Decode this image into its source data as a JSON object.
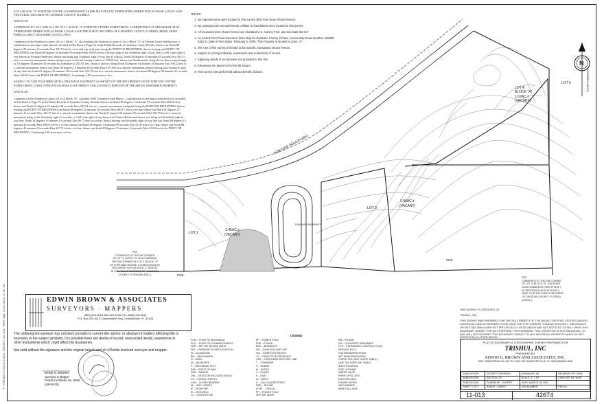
{
  "legal": {
    "title": "LOT 4 BLOCK \"A\" FORTUNE CENTRE, A SUBDIVISION AS PER MAP OF PLAT THEREOF RECORDED IN PLAT BOOK 2, PAGE 94 IN THE PUBLIC RECORDS OF GADSDEN COUNTY, FLORIDA.",
    "and_also_1": "AND ALSO",
    "para1": "A PORTION OF LOT 2 AND ALL OF LOT 3, BLOCK \"A\" FORTUNE CENTRE SUBDIVISION, A SUBDIVISION AS PER MAP OF PLAT THEREOF RECORDED IN PLAT BOOK 2, PAGE 64 OF THE PUBLIC RECORDS OF GADSDEN COUNTY, FLORIDA, BEING MORE PARTICULARLY DESCRIBED AS FOLLOWS:",
    "para2": "Commence at the Southwest corner of Lot 1, Block \"A\" also marking the Southwest corner of Lot 2 Block \"A\" of Fortune Centre Subdivision, a subdivision as per map or plat thereof recorded in Plat Book 2, Page 64, in the Public Records of Gadsden County, Florida; thence run North 88 degrees 47 minutes 12 seconds East 150.72 feet to a rod and cap; said point being the POINT OF BEGINNING; thence leaving said POINT OF BEGINNING run North 00 degrees 54 minutes 59 seconds West 269.65 feet to a re-bar lying on the Southerly right of way line of a 60' wide right of way known as Fortune Boulevard, thence run along said Southerly right of way line as follows: North 89 degrees 01 minutes 05 seconds East 353.51 feet to a concrete monument; thence along a curve to the left having a radius of 230.00 feet; thence run Northeasterly along the arc thru a central angle of 50 degrees 34 minutes 56 seconds for a distance of 203.05 feet, chord of said arc being North 63 degrees 44 minutes 36 seconds East 196.52 feet to a concrete monument; thence run North 38 degrees 15 minutes 46 seconds East 8.59 feet to a concrete monument; thence leaving said Southerly right of way line run South 01 degrees 56 minutes 39 seconds East 354.75 feet to a concrete monument; thence run South 88 degrees 38 minutes 41 seconds West 544.94 feet to the POINT OF BEGINNING. Containing 3.45 acres more or less.",
    "para3": "SUBJECT TO AND TOGETHER WITH A DRAINAGE EASEMENT AS SHOWN ON THE RECORDED PLAT OF FORTUNE CENTRE SUBDIVISION, LYING OVER AND ACROSS A SOUTHERLY AND EASTERLY PORTION OF THE ABOVE DESCRIBED PROPERTY.",
    "and_also_2": "AND ALSO",
    "para4": "Commence at the Southwest corner of Lot 4, Block \"B\", Gadsden 1090 Commerce Park Phase 1, a subdivision as per map or plat thereof as recorded in Plat Book 2, Page 75 in the Public Records of Gadsden County, Florida; thence run South 89 degrees 14 minutes 55 seconds West 684.64 feet; thence run North 01 degrees 18 minutes 26 seconds West 237.54 feet to a concrete monument, said point being the POINT OF BEGINNING; thence leaving said POINT OF BEGINNING run South 88 degrees 31 minutes 26 seconds West 300.17 feet to a re-bar; thence run North 01 degrees 27 minutes 13 seconds West 143.27 feet to a concrete monument; thence run North 01 degrees 56 minutes 39 seconds West 356.75 feet to a concrete monument lying on the Southerly right of way line of a 60' wide right of way known as Fortune Boulevard; thence run along said Southerly right of way line: North 38 degrees 15 minutes 01 seconds East 99.71 feet to a re-bar; thence leaving said Southerly right of way line run North 89 degrees 13 minutes 44 seconds East 398.01 feet to a re-bar; thence run South 00 degrees 13 minutes 09 seconds East 53.58 feet to a re-bar; thence run South 88 degrees 45 minutes 56 seconds East 427.51 feet to a re-bar; thence run South 83 degrees 31 minutes 14 seconds West 45.60 feet to the POINT OF BEGINNING. Containing 5.00 acres more or less."
  },
  "notes": {
    "heading": "NOTES:",
    "items": [
      "No improvements were located in this survey other than those shown hereon.",
      "No underground encroachments, utilities or foundations were located in this survey.",
      "All measurements shown hereon are Standard U.S. Survey Feet, and decimals thereof.",
      "As scaled from Flood Insurance Rate Map for Gadsden County, Florida, Community-Panel Number 12039C 0381 D, Date of Firm Index: February 4, 2009. This Property is located in Zone \"X\".",
      "The use of this survey is limited to the specific transaction shown hereon.",
      "Subject to zoning setbacks, easements and restrictions of record.",
      "Adjoining deeds of record were not provided to this firm.",
      "Elevations are based on NAVD 88 Datum.",
      "This survey was performed without benefit of deed."
    ]
  },
  "map": {
    "lot4": [
      "LOT 4,",
      "BLOCK \"A\"",
      "1.62AC.±",
      "(VACANT)"
    ],
    "lot5": "LOT 5",
    "parcel_a": [
      "3.45AC.±",
      "(VACANT)"
    ],
    "parcel_b": [
      "5.00AC.±",
      "(VACANT)"
    ],
    "lot2": "LOT 2",
    "lot3": "LOT 3",
    "road": "FORTUNE BOULEVARD",
    "pob": "POB",
    "poc_left": [
      "POC",
      "COMMENCE AT THE SW CORNER",
      "OF LOT 1, BLOCK \"A\" ALSO MARKING",
      "THE SW CORNER OF LOT 2, BLOCK \"A\"",
      "OF FORTUNE CENTRE, A SUBDIVISION AS",
      "RECORDED IN PLAT BOOK 2, PAGE 64",
      "IN THE PUBLIC RECORDS OF GADSDEN",
      "COUNTY, FLORIDA(5.40AC.)"
    ],
    "poc_right": [
      "POC",
      "COMMENCE AT THE SW CORNER",
      "OF LOT 4, BLOCK \"B\", GADSDEN",
      "10/90 COMMERCE PARK PHASE 1",
      "AS RECORDED IN PLAT BOOK 2,",
      "PAGE 75 IN THE PUBLIC RECORDS",
      "OF GADSDEN COUNTY, FLORIDA",
      "(3.00AC.)"
    ],
    "north": "N",
    "north_sub": "(ASSUMED NORTH)",
    "drainage": "DRAINAGE EASEMENT",
    "pob_right": "POB"
  },
  "banner": {
    "name": "EDWIN BROWN & ASSOCIATES",
    "sub": "SURVEYORS · MAPPERS",
    "phone": "(850) 926-3016  888-433-4436  FAX (850) 926-8180",
    "address": "P.O. Box 625  2613 Crawfordville Hwy. Crawfordville, Fl. 32326"
  },
  "disclaimer": {
    "p1": "The undersigned surveyor has not been provided a current title opinion or abstract of matters affecting title or boundary to the subject property. It is possible there are deeds of record, unrecorded deeds, easements or other instruments which could affect the boundaries.",
    "p2": "Not valid without the signature and the original raised seal of a Florida licensed surveyor and mapper."
  },
  "surveyor": {
    "name": "WADE G. BROWN",
    "title": "Surveyor & Mapper",
    "cert": "Florida Certificate No. 5959",
    "lb": "(LB# 6475)"
  },
  "legend": {
    "title": "LEGEND",
    "col1": [
      "POB – POINT OF BEGINNING",
      "POC – POINT OF COMMENCEMENT",
      "SRR – SET 5/8\" RE-BAR #6475",
      "FFE – FINISHED FLOOR ELEVATION",
      "EL – ELEVATION",
      "BM – BENCHMARK",
      "D – DEED",
      "M – MEASURED",
      "P – RECORDED PLAT",
      "R/W – RIGHT OF WAY",
      "RAD – RADIUS",
      "DEL – DELTA OR INCLUDED ANGLE",
      "CH – CHORD LENGTH",
      "CHB – CHORD BEARING",
      "AL – ARC LENGTH",
      "IP – IRON PIPE",
      "IR – IRON ROD",
      "CL – CENTER LINE"
    ],
    "col2": [
      "PP – POWER POLE",
      "FND – FOUND",
      "BND – BOUNDARY",
      "IRC – IRON ROD AND CAP",
      "INV – INVERT ELEVATION",
      "TV – CABLE TELEVISION BOX",
      "OHE – OVERHEAD ELECTRIC LINE",
      "T – TOWNSHIP",
      "R – RANGE",
      "N – NORTH",
      "S – SOUTH",
      "E – EAST",
      "W – WEST",
      "C – CALCULATED POINT",
      "RND – ROUND",
      "(TYP) – TYPICAL",
      "PP – POWER POLE",
      "SRR 5/8\" #6475"
    ],
    "col3": [
      "RB – RE-BAR",
      "CM – CONCRETE MONUMENT",
      "PCP – PERMANENT CONTROL POINT",
      "SERVICE POLE",
      "FND MONUMENTATION",
      "SET MONUMENTATION",
      "CURVE TAG (SEE CURVE TABLE)",
      "LINE TAG (SEE LINE TABLE)",
      "IDENTIFICATION",
      "FIRE HYDRANT",
      "WATER VALVE",
      "FIBER OPTIC BOX",
      "ELECTRIC BOX",
      "POWER METER",
      "GAS MARKER",
      "WIRE PULL BOX"
    ]
  },
  "certification": {
    "line1": "THIS SURVEY IS CERTIFIED TO:",
    "line2": "TRISHUL, INC",
    "p": "THIS SURVEY WAS PREPARED FOR THE SOLE BENEFIT OF THE ABOVE CERTIFIED ENTITIES AND/OR INDIVIDUALS AND IS INTENDED TO BE USED FOR THE CURRENT TRANSACTION ONLY. INDIVIDUALS OR ENTITIES WHICH ARE NOT SPECIFICALLY LISTED ABOVE ARE NOT ENTITLED TO RELY UPON THIS BOUNDARY SURVEY FOR ANY PURPOSE; FURTHERMORE, THIS SURVEYOR IS NOT OBLIGATED, TO AND WILL NOT SUPPORT THIS BOUNDARY SURVEY TO ANY INDIVIDUAL OR ENTITY WHICH IS NOT SPECIFICALLY LISTED ABOVE."
  },
  "titleblock": {
    "plat": "PLAT OF BOUNDARY & TOPOGRAPHIC SURVEY PREPARED FOR",
    "client": "TRISHUL, INC",
    "prepared_by": "PREPARED BY",
    "firm": "EDWIN G. BROWN AND ASSOCIATES, INC.",
    "addr": "2613 CRAWFORDVILLE HWY  P.O. BOX 625  CRAWFORDVILLE, FL 32326  (850)926-3016",
    "rows": [
      [
        "SUBDIVISION",
        "COUNTY: GADSDEN",
        "DRAWN BY: AA",
        "REVIEWED BY: WGB"
      ],
      [
        "SUBDIVISION",
        "SECTION: 20",
        "SCALE: 1\" = 50'",
        "CHECKED BY: WGB"
      ],
      [
        "SUBDIVISION",
        "TOWNSHIP: 1-NORTH",
        "DATE: MARCH 25, 2021",
        ""
      ],
      [
        "SHEET 1 OF 1",
        "RANGE: 3-WEST",
        "JOB NUMBER",
        "PROJ #"
      ]
    ],
    "job": "11-013",
    "number": "42674"
  },
  "sidebar_path": "T:\\PROJECTS\\2011\\11013 TRISHUL\\11-013 TOPO.dwg  3/25/2021 9:42 AM"
}
